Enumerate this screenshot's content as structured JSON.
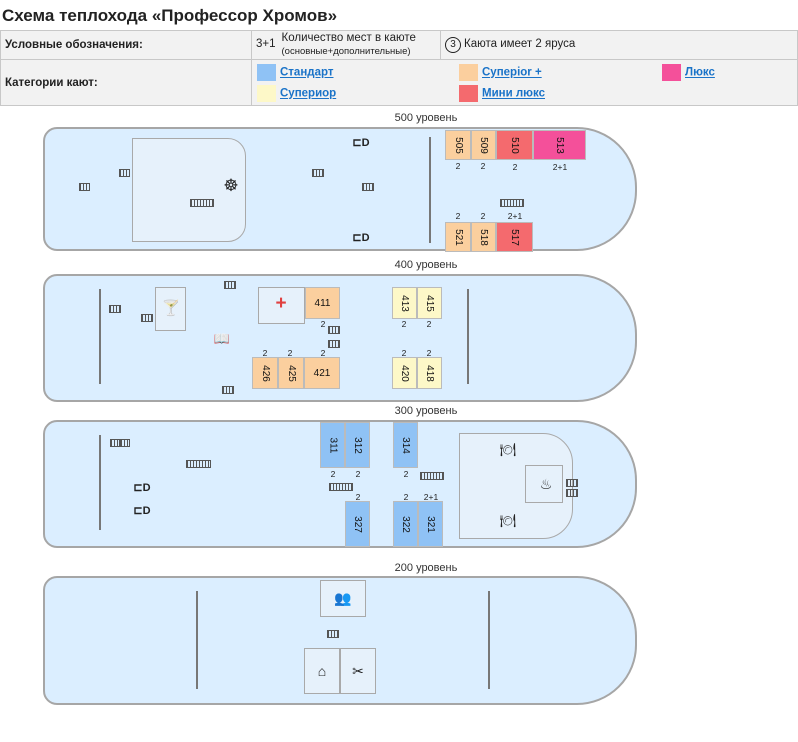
{
  "title": "Схема теплохода «Профессор Хромов»",
  "legend": {
    "symbols_label": "Условные обозначения:",
    "places_code": "3+1",
    "places_text_1": "Количество мест в каюте",
    "places_text_2": "(основные+дополнительные)",
    "tier_number": "3",
    "tier_text": "Каюта имеет 2 яруса",
    "categories_label": "Категории кают:",
    "categories": [
      {
        "name": "Стандарт",
        "color": "#8fc2f5"
      },
      {
        "name": "Суперior +",
        "color": "#fbcf9e"
      },
      {
        "name": "Люкс",
        "color": "#f4509a"
      },
      {
        "name": "Супериор",
        "color": "#fdf8c8"
      },
      {
        "name": "Мини люкс",
        "color": "#f46a6e"
      }
    ]
  },
  "decks": {
    "d500": {
      "label": "500 уровень",
      "cabins": [
        {
          "num": "505",
          "places": "2"
        },
        {
          "num": "509",
          "places": "2"
        },
        {
          "num": "510",
          "places": "2"
        },
        {
          "num": "513",
          "places": "2+1"
        },
        {
          "num": "521",
          "places": "2"
        },
        {
          "num": "518",
          "places": "2"
        },
        {
          "num": "517",
          "places": "2+1"
        }
      ]
    },
    "d400": {
      "label": "400 уровень",
      "cabins": [
        {
          "num": "411",
          "places": "2"
        },
        {
          "num": "413",
          "places": "2"
        },
        {
          "num": "415",
          "places": "2"
        },
        {
          "num": "426",
          "places": "2"
        },
        {
          "num": "425",
          "places": "2"
        },
        {
          "num": "421",
          "places": "2"
        },
        {
          "num": "420",
          "places": "2"
        },
        {
          "num": "418",
          "places": "2"
        }
      ]
    },
    "d300": {
      "label": "300 уровень",
      "cabins": [
        {
          "num": "311",
          "places": "2"
        },
        {
          "num": "312",
          "places": "2"
        },
        {
          "num": "314",
          "places": "2"
        },
        {
          "num": "327",
          "places": "2"
        },
        {
          "num": "322",
          "places": "2"
        },
        {
          "num": "321",
          "places": "2+1"
        }
      ]
    },
    "d200": {
      "label": "200 уровень"
    }
  }
}
